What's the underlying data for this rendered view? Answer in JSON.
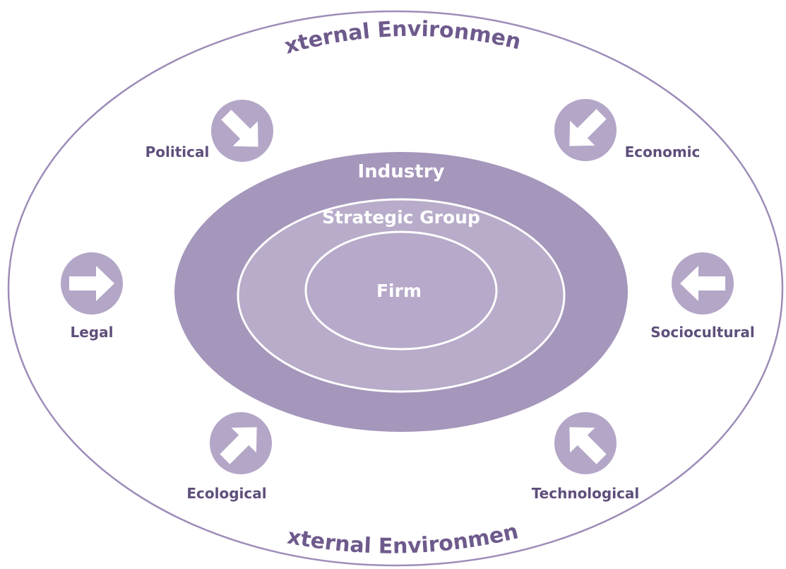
{
  "diagram": {
    "outer_label_top": "External Environment",
    "outer_label_bottom": "External Environment",
    "rings": {
      "industry": "Industry",
      "strategic_group": "Strategic Group",
      "firm": "Firm"
    },
    "forces": [
      {
        "id": "political",
        "label": "Political",
        "arrow_direction": "down-right"
      },
      {
        "id": "economic",
        "label": "Economic",
        "arrow_direction": "down-left"
      },
      {
        "id": "legal",
        "label": "Legal",
        "arrow_direction": "right"
      },
      {
        "id": "sociocultural",
        "label": "Sociocultural",
        "arrow_direction": "left"
      },
      {
        "id": "ecological",
        "label": "Ecological",
        "arrow_direction": "up-right"
      },
      {
        "id": "technological",
        "label": "Technological",
        "arrow_direction": "up-left"
      }
    ],
    "colors": {
      "outer_stroke": "#9d8cb8",
      "industry_fill": "#a596bb",
      "strategic_fill": "#b8acca",
      "firm_fill": "#b6a9c9",
      "icon_fill": "#b3a6c7",
      "text_dark": "#5f4f7b",
      "title": "#6e5a8c"
    }
  }
}
